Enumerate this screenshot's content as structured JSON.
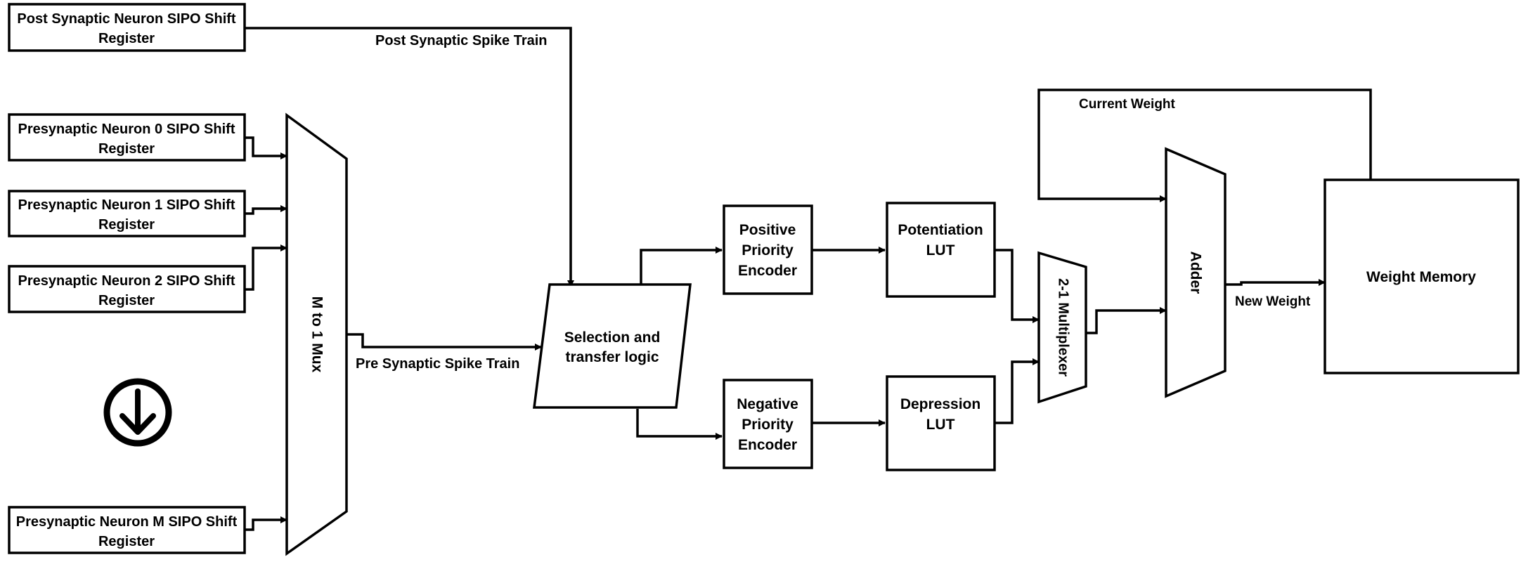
{
  "blocks": {
    "post_sipo": [
      "Post Synaptic Neuron SIPO Shift",
      "Register"
    ],
    "pre0_sipo": [
      "Presynaptic Neuron 0 SIPO Shift",
      "Register"
    ],
    "pre1_sipo": [
      "Presynaptic Neuron 1 SIPO Shift",
      "Register"
    ],
    "pre2_sipo": [
      "Presynaptic Neuron 2 SIPO Shift",
      "Register"
    ],
    "preM_sipo": [
      "Presynaptic Neuron M SIPO Shift",
      "Register"
    ],
    "mux": "M to 1 Mux",
    "selection": [
      "Selection and",
      "transfer logic"
    ],
    "pos_encoder": [
      "Positive",
      "Priority",
      "Encoder"
    ],
    "neg_encoder": [
      "Negative",
      "Priority",
      "Encoder"
    ],
    "pot_lut": [
      "Potentiation",
      "LUT"
    ],
    "dep_lut": [
      "Depression",
      "LUT"
    ],
    "mux21": "2-1 Multiplexer",
    "adder": "Adder",
    "weight_memory": "Weight Memory"
  },
  "signals": {
    "post_spike": "Post Synaptic Spike Train",
    "pre_spike": "Pre Synaptic Spike Train",
    "current_weight": "Current Weight",
    "new_weight": "New Weight"
  },
  "icons": {
    "more_neurons": "circle-arrow-down-icon"
  }
}
